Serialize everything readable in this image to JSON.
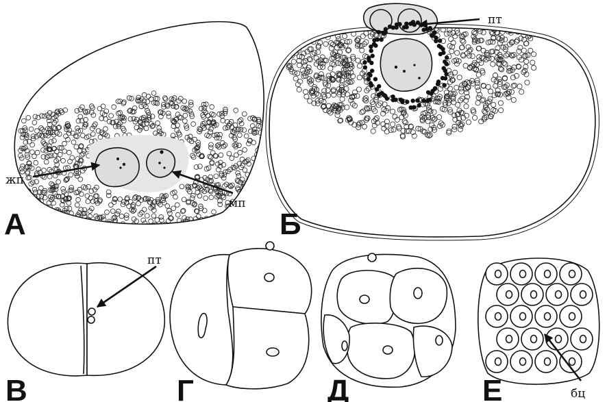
{
  "panels": {
    "A": {
      "letter": "А",
      "labels": {
        "female_pronucleus": "жп",
        "male_pronucleus": "мп"
      }
    },
    "B": {
      "letter": "Б",
      "labels": {
        "polar_body": "пт"
      }
    },
    "V": {
      "letter": "В",
      "labels": {
        "polar_body": "пт"
      }
    },
    "G": {
      "letter": "Г"
    },
    "D": {
      "letter": "Д"
    },
    "E": {
      "letter": "Е",
      "labels": {
        "blastomere": "бц"
      }
    }
  },
  "colors": {
    "ink": "#111111",
    "background": "#ffffff",
    "cytoplasm": "#dddddd"
  }
}
